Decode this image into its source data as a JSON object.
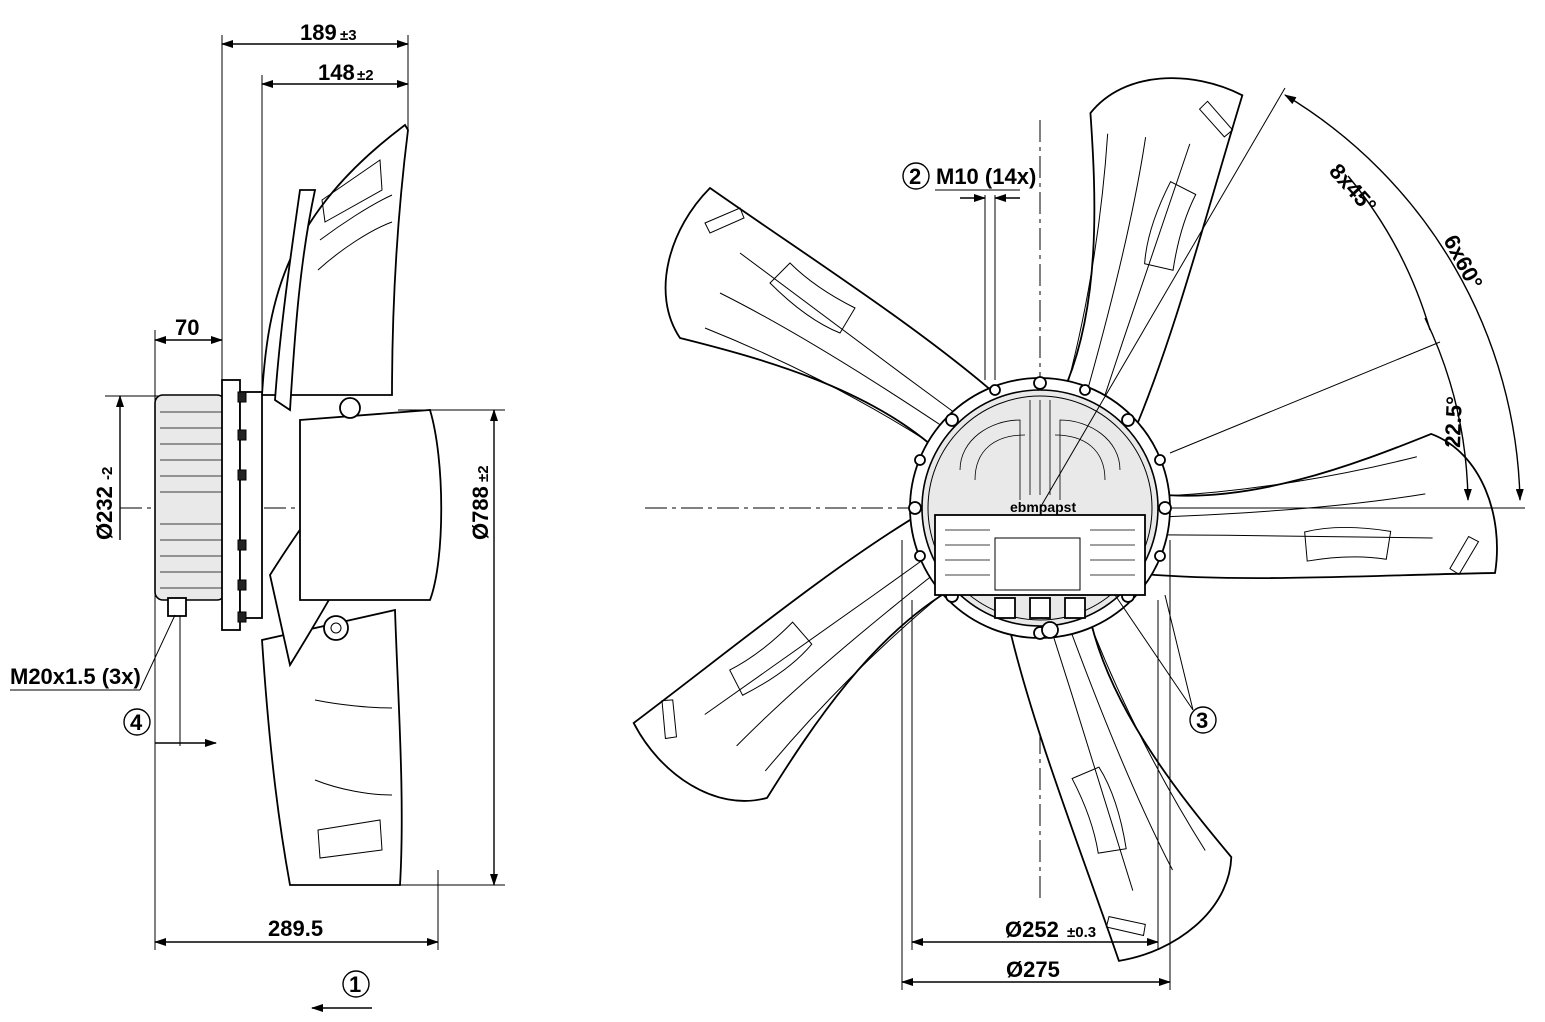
{
  "side_view": {
    "dim_width_total": "189",
    "dim_width_total_tol": "±3",
    "dim_width_blade": "148",
    "dim_width_blade_tol": "±2",
    "dim_motor_length": "70",
    "dim_motor_diameter": "Ø232",
    "dim_motor_diameter_tol": "-2",
    "dim_fan_diameter": "Ø788",
    "dim_fan_diameter_tol": "±2",
    "dim_overall_depth": "289.5",
    "cable_gland": "M20x1.5 (3x)",
    "callout_4": "4",
    "callout_1": "1"
  },
  "front_view": {
    "mount_thread": "M10 (14x)",
    "callout_2": "2",
    "callout_3": "3",
    "angle_a": "8x45°",
    "angle_b": "6x60°",
    "angle_c": "22.5°",
    "dim_bolt_circle": "Ø252",
    "dim_bolt_circle_tol": "±0.3",
    "dim_hub_diameter": "Ø275",
    "brand_label": "ebmpapst"
  }
}
